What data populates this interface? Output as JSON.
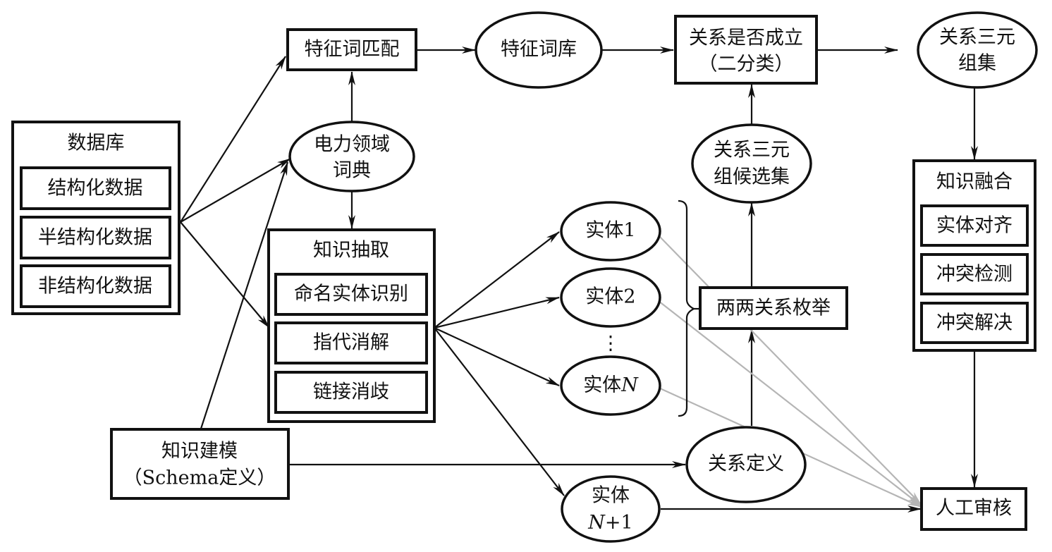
{
  "title": "电力知识图谱构建流程",
  "nodes": {
    "database": {
      "title": "数据库",
      "items": [
        "结构化数据",
        "半结构化数据",
        "非结构化数据"
      ]
    },
    "feature_match": {
      "label": "特征词匹配"
    },
    "feature_lexicon": {
      "label": "特征词库"
    },
    "relation_valid": {
      "line1": "关系是否成立",
      "line2": "（二分类）"
    },
    "relation_triple_set": {
      "line1": "关系三元",
      "line2": "组集"
    },
    "power_dictionary": {
      "line1": "电力领域",
      "line2": "词典"
    },
    "relation_candidates": {
      "line1": "关系三元",
      "line2": "组候选集"
    },
    "knowledge_fusion": {
      "title": "知识融合",
      "items": [
        "实体对齐",
        "冲突检测",
        "冲突解决"
      ]
    },
    "knowledge_extraction": {
      "title": "知识抽取",
      "items": [
        "命名实体识别",
        "指代消解",
        "链接消歧"
      ]
    },
    "entity1": {
      "label": "实体1"
    },
    "entity2": {
      "label": "实体2"
    },
    "ellipsis": {
      "label": "⋮"
    },
    "entityN": {
      "prefix": "实体",
      "suffix": "N"
    },
    "entityN1": {
      "line1": "实体",
      "line2_var": "N",
      "line2_rest": "+1"
    },
    "pairwise_enum": {
      "label": "两两关系枚举"
    },
    "knowledge_modeling": {
      "line1": "知识建模",
      "line2": "（Schema定义）"
    },
    "relation_definition": {
      "label": "关系定义"
    },
    "manual_review": {
      "label": "人工审核"
    }
  },
  "edges": [
    [
      "database",
      "feature_match"
    ],
    [
      "database",
      "power_dictionary"
    ],
    [
      "database",
      "knowledge_extraction"
    ],
    [
      "power_dictionary",
      "feature_match"
    ],
    [
      "power_dictionary",
      "knowledge_extraction"
    ],
    [
      "feature_match",
      "feature_lexicon"
    ],
    [
      "feature_lexicon",
      "relation_valid"
    ],
    [
      "relation_valid",
      "relation_triple_set"
    ],
    [
      "relation_triple_set",
      "knowledge_fusion"
    ],
    [
      "knowledge_fusion",
      "manual_review"
    ],
    [
      "knowledge_extraction",
      "entity1"
    ],
    [
      "knowledge_extraction",
      "entity2"
    ],
    [
      "knowledge_extraction",
      "entityN"
    ],
    [
      "knowledge_extraction",
      "entityN1"
    ],
    [
      "entities",
      "pairwise_enum"
    ],
    [
      "pairwise_enum",
      "relation_candidates"
    ],
    [
      "relation_candidates",
      "relation_valid"
    ],
    [
      "relation_definition",
      "pairwise_enum"
    ],
    [
      "knowledge_modeling",
      "power_dictionary"
    ],
    [
      "knowledge_modeling",
      "relation_definition"
    ],
    [
      "entityN1",
      "manual_review"
    ],
    [
      "entity1",
      "manual_review",
      "gray"
    ],
    [
      "entity2",
      "manual_review",
      "gray"
    ],
    [
      "entityN",
      "manual_review",
      "gray"
    ]
  ]
}
